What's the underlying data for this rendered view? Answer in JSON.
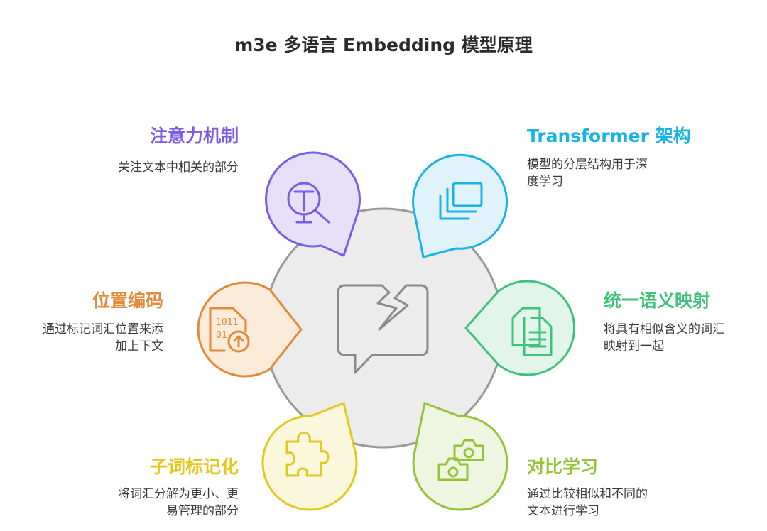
{
  "title": "m3e 多语言 Embedding 模型原理",
  "center": {
    "icon": "broken-speech-bubble-icon",
    "fill": "#ececec",
    "stroke": "#9a9a9a",
    "icon_color": "#8a8a8a"
  },
  "items": [
    {
      "id": "attention",
      "label": "注意力机制",
      "desc_lines": [
        "关注文本中相关的部分"
      ],
      "icon": "text-search-icon",
      "color": "#7a5ce6",
      "fill": "#e6e1f8"
    },
    {
      "id": "transformer",
      "label": "Transformer 架构",
      "desc_lines": [
        "模型的分层结构用于深",
        "度学习"
      ],
      "icon": "layers-icon",
      "color": "#1ab3e6",
      "fill": "#e0f3fb"
    },
    {
      "id": "position",
      "label": "位置编码",
      "desc_lines": [
        "通过标记词汇位置来添",
        "加上下文"
      ],
      "icon": "binary-file-upload-icon",
      "color": "#e08a3a",
      "fill": "#fcebd9"
    },
    {
      "id": "mapping",
      "label": "统一语义映射",
      "desc_lines": [
        "将具有相似含义的词汇",
        "映射到一起"
      ],
      "icon": "documents-icon",
      "color": "#3fc27a",
      "fill": "#e2f5ea"
    },
    {
      "id": "subword",
      "label": "子词标记化",
      "desc_lines": [
        "将词汇分解为更小、更",
        "易管理的部分"
      ],
      "icon": "puzzle-piece-icon",
      "color": "#e2c81f",
      "fill": "#fbf7dd"
    },
    {
      "id": "contrast",
      "label": "对比学习",
      "desc_lines": [
        "通过比较相似和不同的",
        "文本进行学习"
      ],
      "icon": "cameras-icon",
      "color": "#96c23a",
      "fill": "#eef5e0"
    }
  ]
}
